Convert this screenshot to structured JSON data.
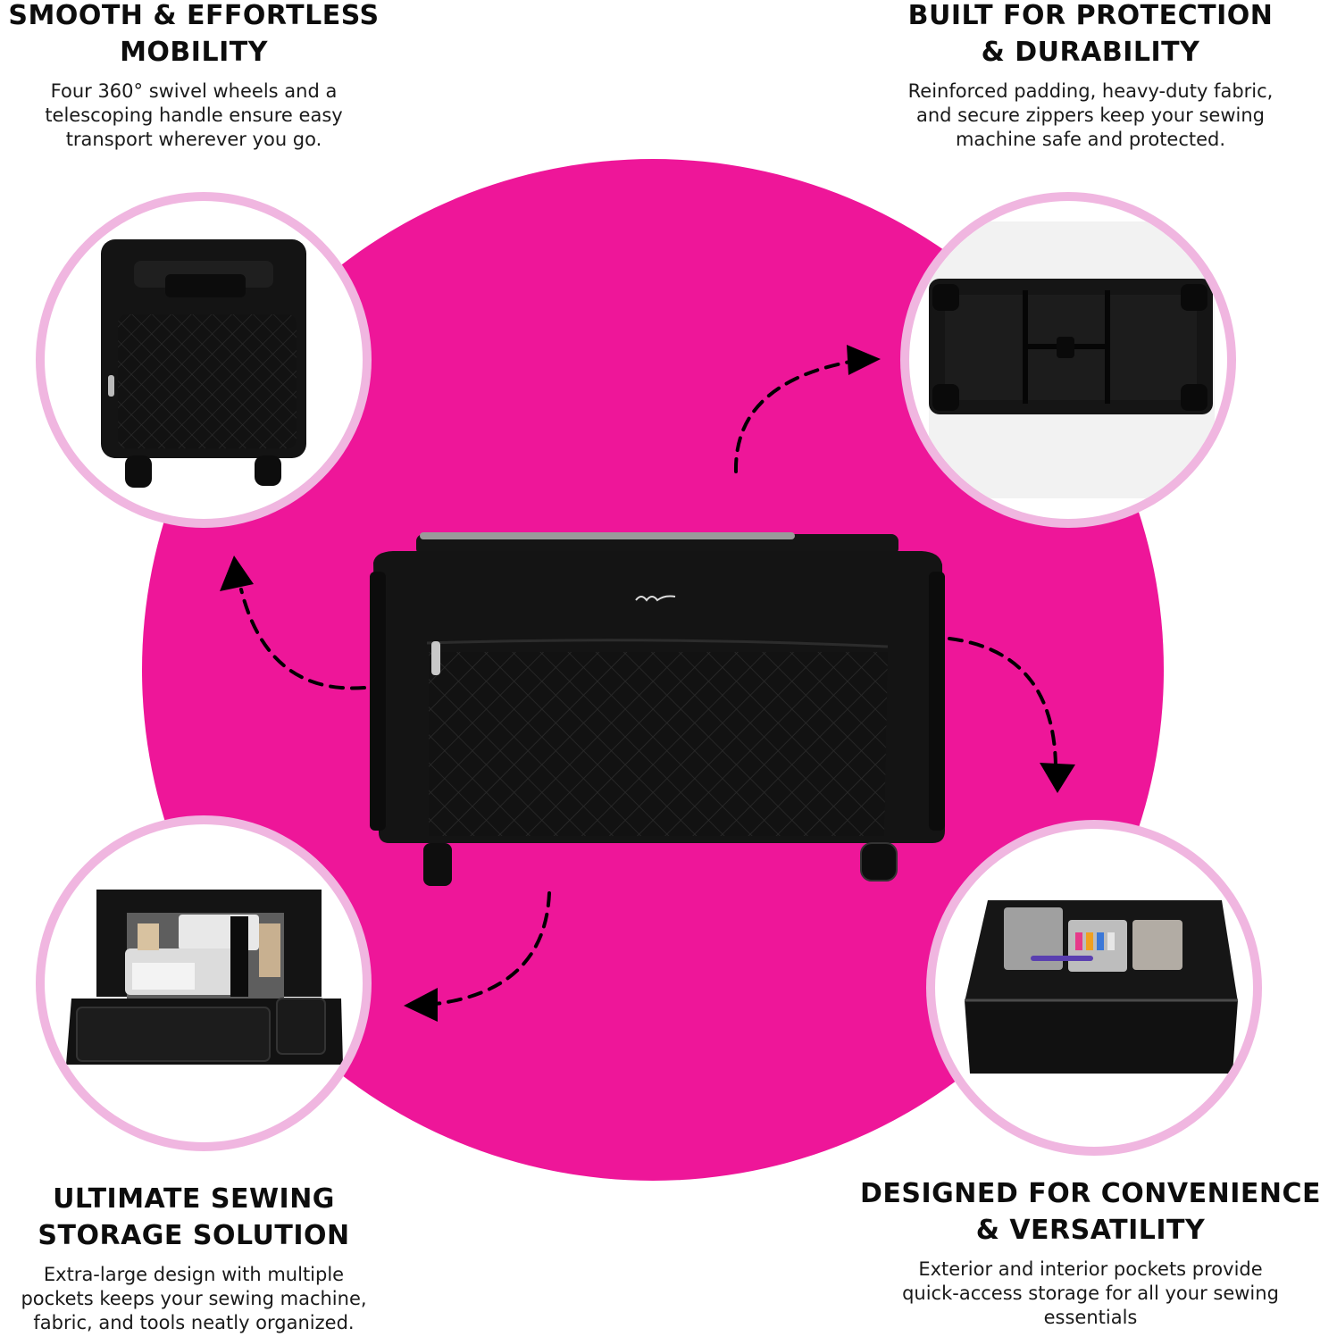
{
  "colors": {
    "background": "#ffffff",
    "pink_disc": "#ee1699",
    "ring": "#f0b6e0",
    "bag": "#111111",
    "text": "#111111"
  },
  "features": {
    "top_left": {
      "title_lines": [
        "SMOOTH & EFFORTLESS",
        "MOBILITY"
      ],
      "desc_lines": [
        "Four 360° swivel wheels and a",
        "telescoping handle ensure easy",
        "transport wherever you go."
      ]
    },
    "top_right": {
      "title_lines": [
        "BUILT FOR PROTECTION",
        "& DURABILITY"
      ],
      "desc_lines": [
        "Reinforced padding, heavy-duty fabric,",
        "and secure zippers keep your sewing",
        "machine safe and protected."
      ]
    },
    "bottom_left": {
      "title_lines": [
        "ULTIMATE SEWING",
        "STORAGE SOLUTION"
      ],
      "desc_lines": [
        "Extra-large design with multiple",
        "pockets keeps your sewing machine,",
        "fabric, and tools neatly organized."
      ]
    },
    "bottom_right": {
      "title_lines": [
        "DESIGNED FOR CONVENIENCE",
        "& VERSATILITY"
      ],
      "desc_lines": [
        "Exterior and interior pockets provide",
        "quick-access storage for all your sewing",
        "essentials"
      ]
    }
  },
  "icons": {
    "arrows": [
      "curved-dashed-arrow-up-left",
      "curved-dashed-arrow-up-right",
      "curved-dashed-arrow-down-right",
      "curved-dashed-arrow-down-left"
    ]
  }
}
